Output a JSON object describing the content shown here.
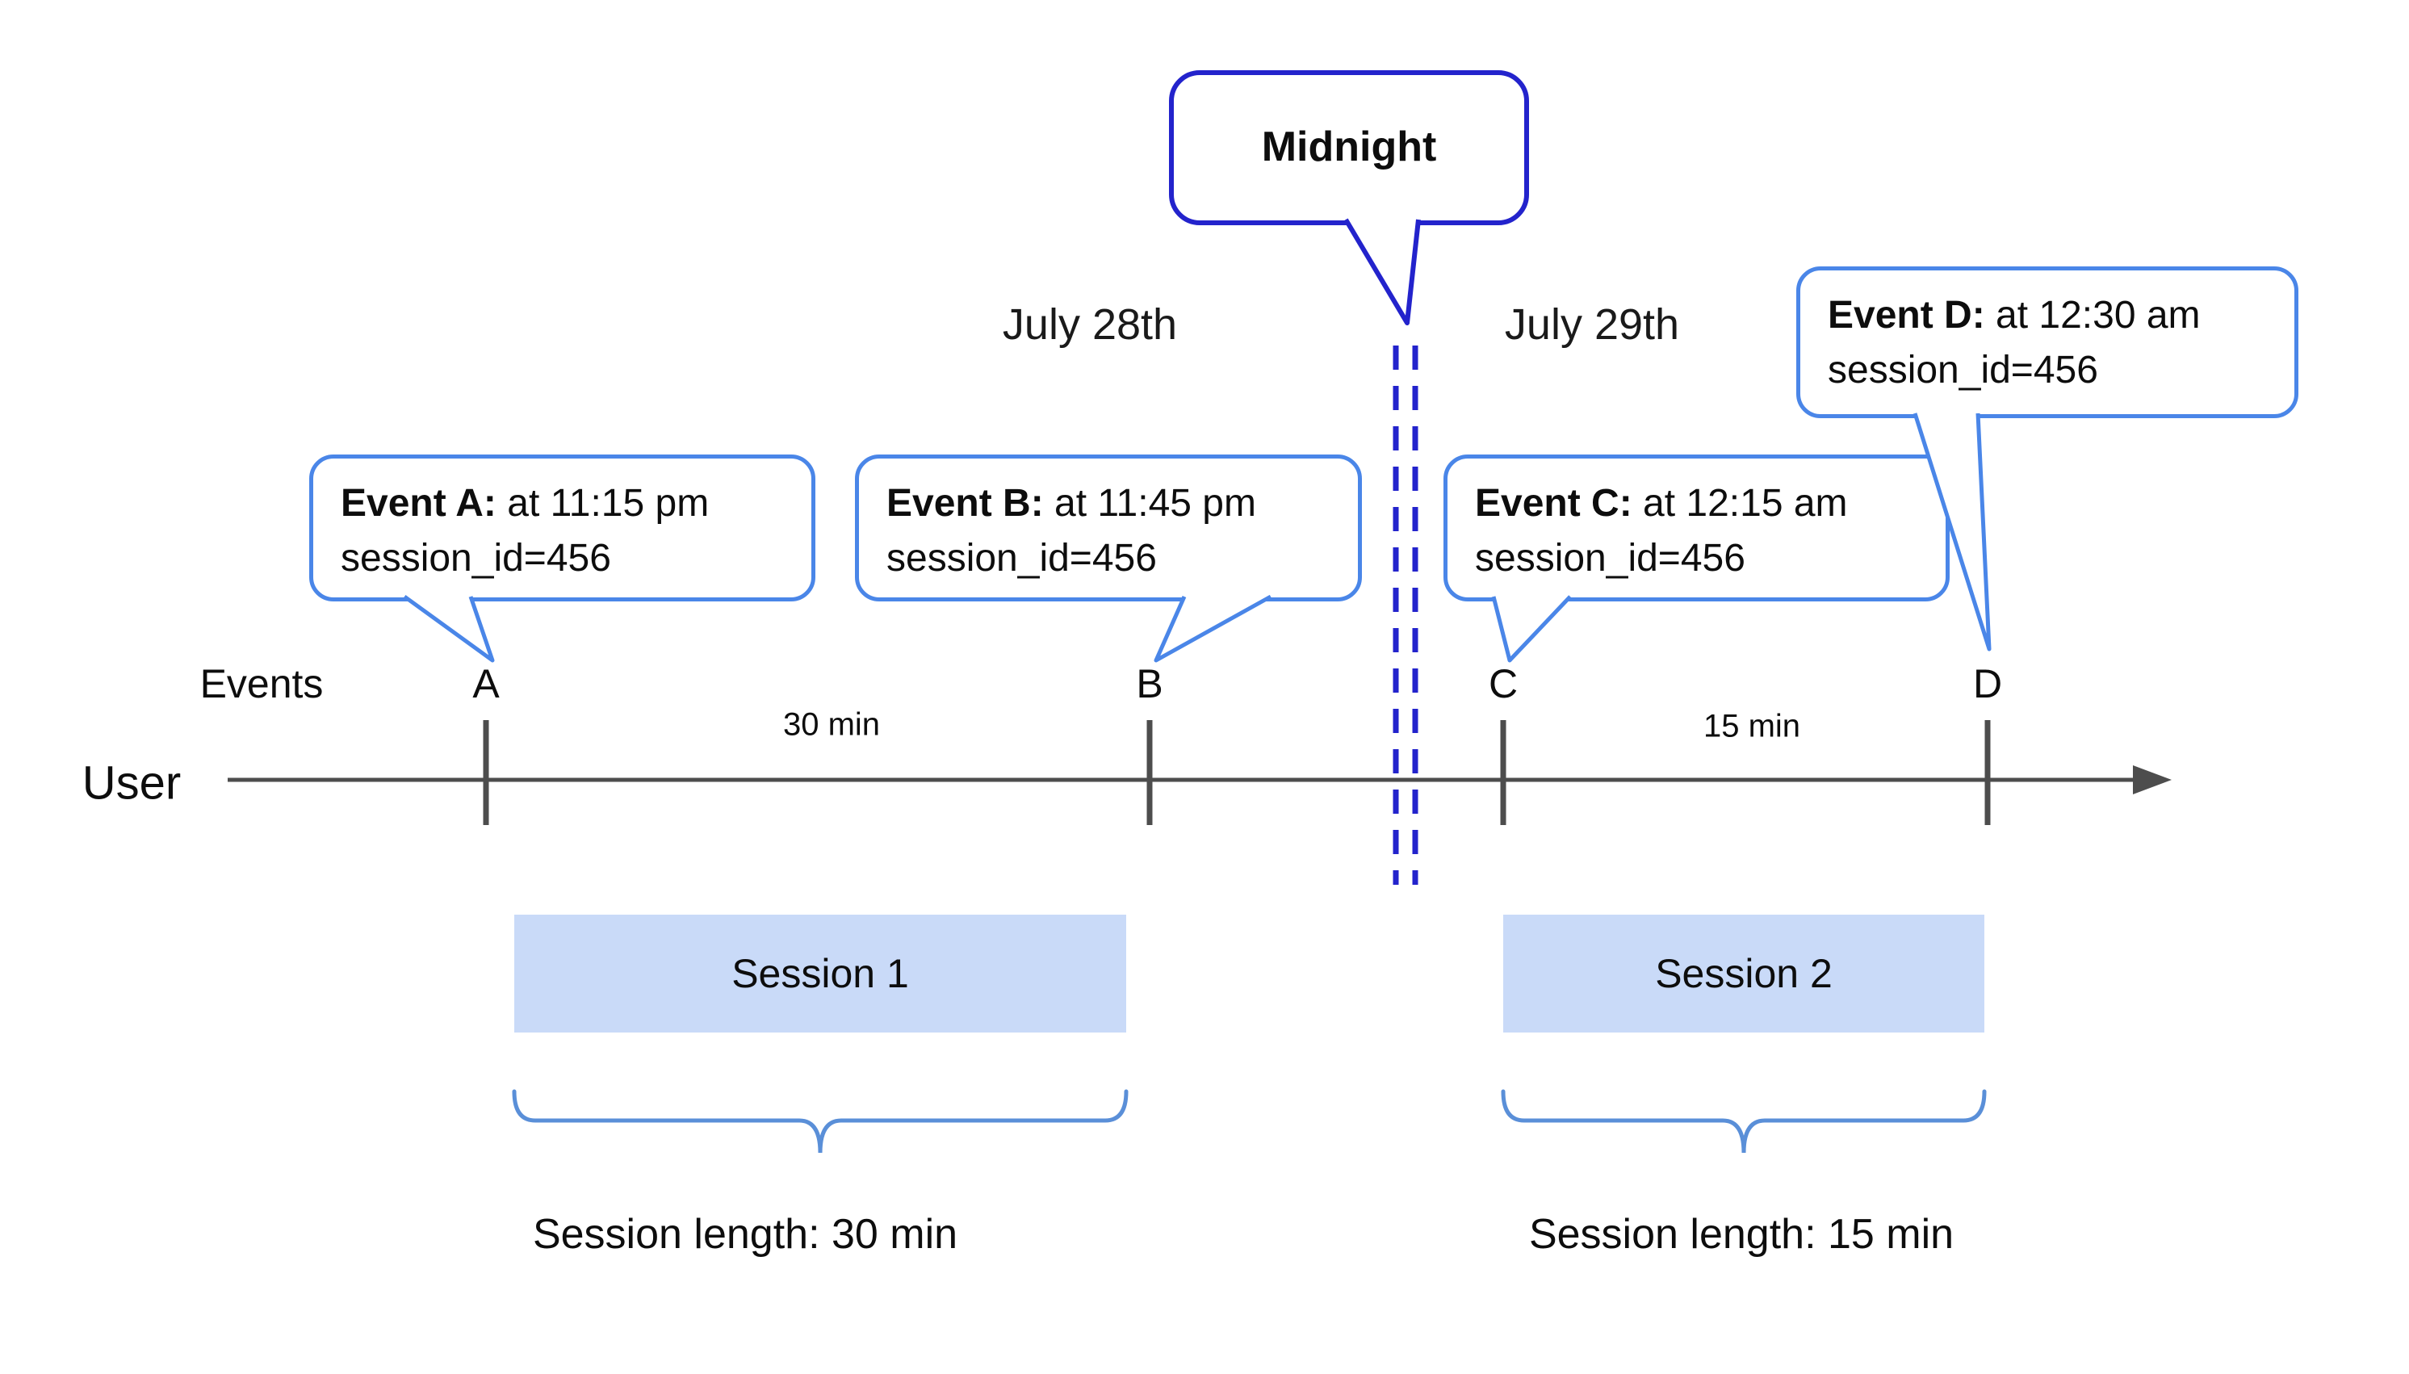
{
  "colors": {
    "accent_blue": "#4a86e8",
    "strong_blue": "#2323cc",
    "session_fill": "#c9daf8",
    "axis_gray": "#4d4d4d"
  },
  "midnight_callout": {
    "label": "Midnight"
  },
  "date_labels": {
    "before": "July 28th",
    "after": "July 29th"
  },
  "event_callouts": [
    {
      "title": "Event A:",
      "time": " at 11:15 pm",
      "session_id": "session_id=456"
    },
    {
      "title": "Event B:",
      "time": " at 11:45 pm",
      "session_id": "session_id=456"
    },
    {
      "title": "Event C:",
      "time": " at 12:15 am",
      "session_id": "session_id=456"
    },
    {
      "title": "Event D:",
      "time": " at 12:30 am",
      "session_id": "session_id=456"
    }
  ],
  "timeline": {
    "events_label": "Events",
    "user_label": "User",
    "ticks": [
      "A",
      "B",
      "C",
      "D"
    ],
    "gap_labels": [
      "30 min",
      "15 min"
    ]
  },
  "sessions": [
    {
      "name": "Session 1",
      "length_label": "Session length: 30 min"
    },
    {
      "name": "Session 2",
      "length_label": "Session length: 15 min"
    }
  ]
}
